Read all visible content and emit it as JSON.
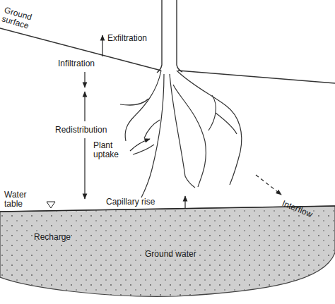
{
  "diagram": {
    "nodes": [
      {
        "text": [
          "Ground water"
        ]
      }
    ],
    "labels": [
      "Ground surface",
      "Exfiltration",
      "Infiltration",
      "Redistribution",
      "Plant uptake",
      "Interflow",
      "Water table",
      "Capillary rise",
      "Recharge"
    ]
  }
}
